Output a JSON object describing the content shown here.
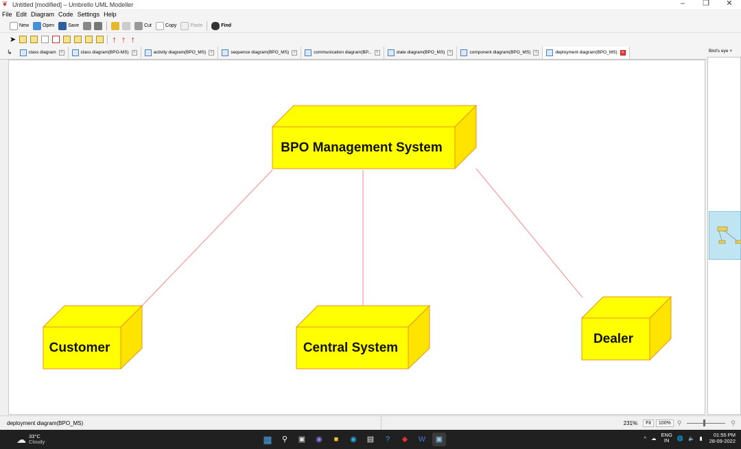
{
  "window": {
    "title": "Untitled [modified] – Umbrello UML Modeller"
  },
  "menu": [
    "File",
    "Edit",
    "Diagram",
    "Code",
    "Settings",
    "Help"
  ],
  "toolbar": {
    "new_label": "New",
    "open_label": "Open",
    "save_label": "Save",
    "cut_label": "Cut",
    "copy_label": "Copy",
    "paste_label": "Paste",
    "find_label": "Find"
  },
  "tabs": [
    {
      "label": "class diagram"
    },
    {
      "label": "class diagram(BPO-MS)"
    },
    {
      "label": "activity diagram(BPO_MS)"
    },
    {
      "label": "sequence diagram(BPO_MS)"
    },
    {
      "label": "communication diagram(BP..."
    },
    {
      "label": "state diagram(BPO_MS)"
    },
    {
      "label": "component diagram(BPO_MS)"
    },
    {
      "label": "deployment diagram(BPO_MS)"
    }
  ],
  "birdseye": {
    "title": "Bird's eye"
  },
  "diagram": {
    "nodes": {
      "main": "BPO Management System",
      "customer": "Customer",
      "central": "Central System",
      "dealer": "Dealer"
    },
    "colors": {
      "node_fill": "#ffff00",
      "node_side": "#ffe400",
      "node_stroke": "#e8931e",
      "link": "#f4a0a0"
    }
  },
  "status": {
    "diagram_name": "deployment diagram(BPO_MS)",
    "zoom": "231%",
    "fit_label": "Fit",
    "zoom100_label": "100%"
  },
  "taskbar": {
    "temperature": "33°C",
    "weather": "Cloudy",
    "lang1": "ENG",
    "lang2": "IN",
    "time": "01:55 PM",
    "date": "28-09-2022"
  }
}
